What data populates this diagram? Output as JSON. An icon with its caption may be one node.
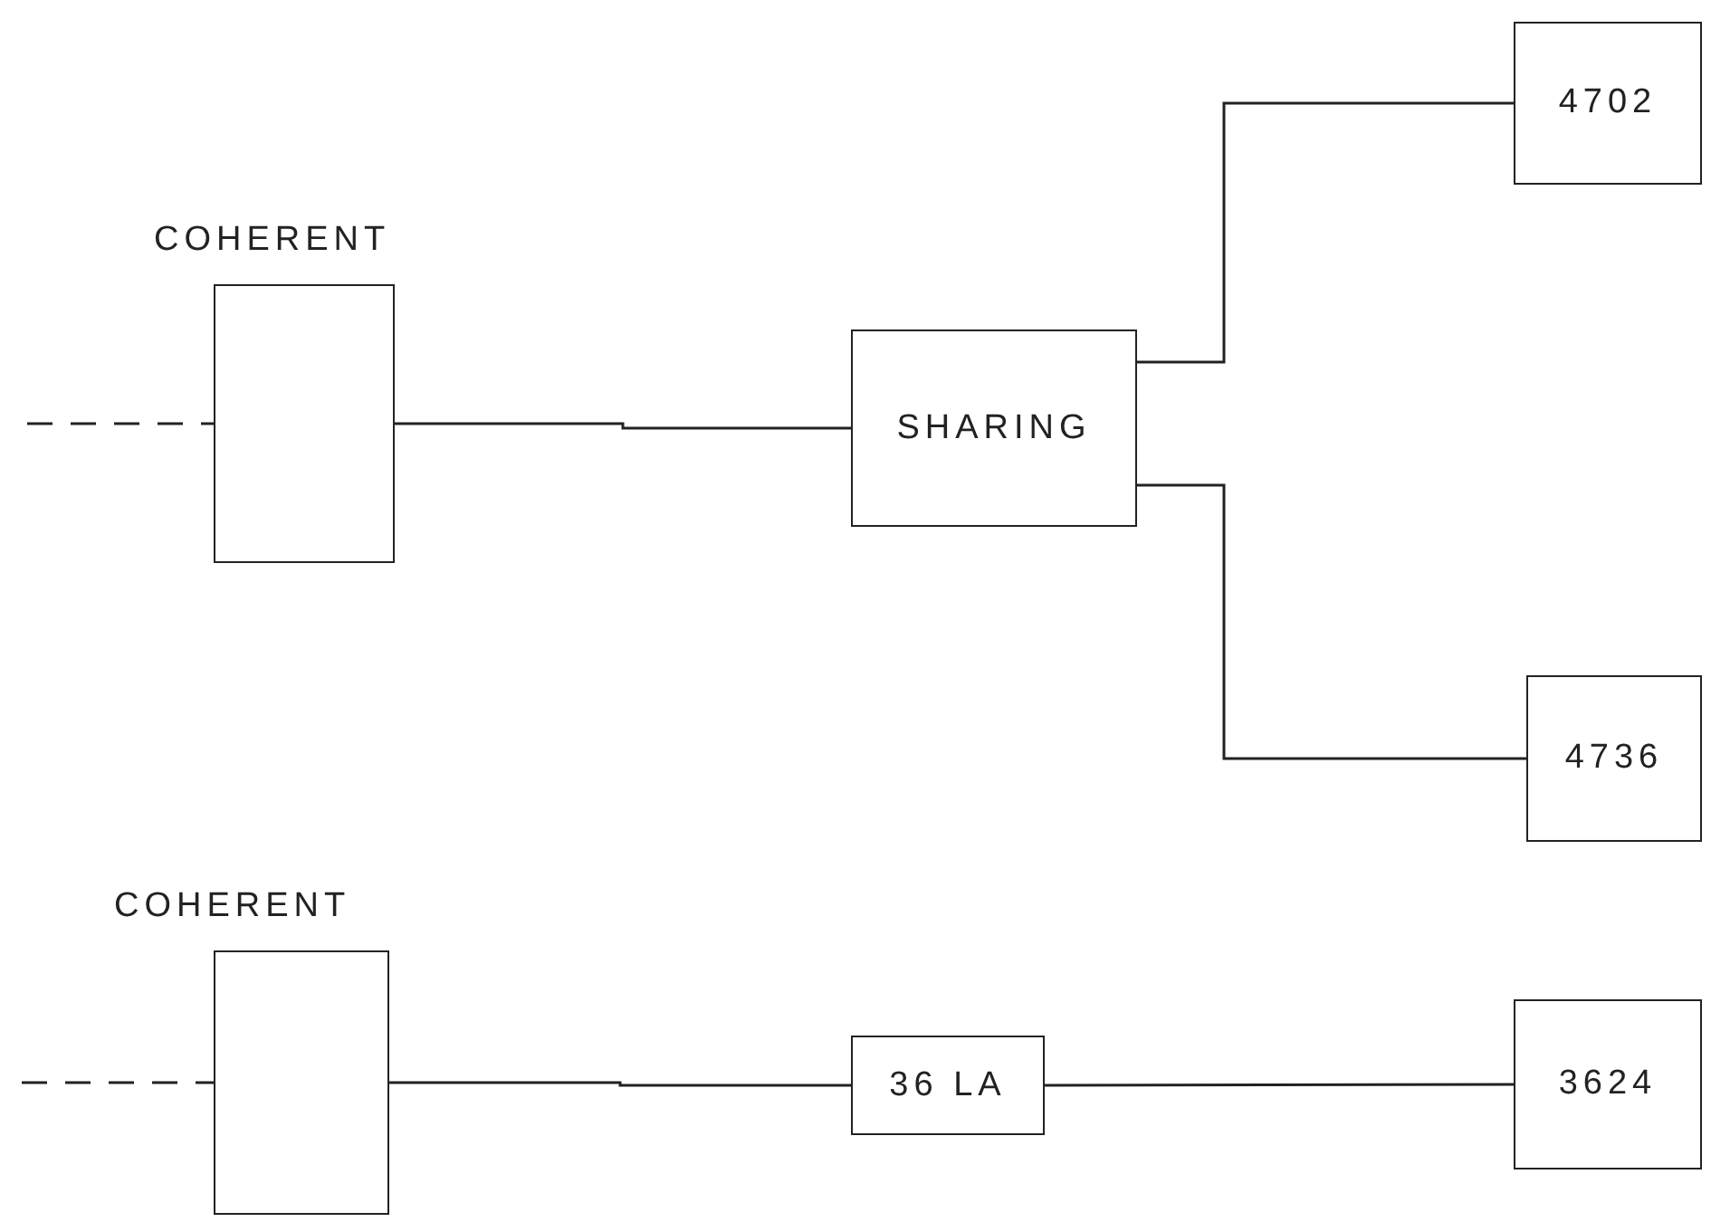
{
  "diagram": {
    "nodes": [
      {
        "text": [
          "COHERENT"
        ]
      },
      {
        "text": [
          "SHARING"
        ]
      },
      {
        "text": [
          "4702"
        ]
      },
      {
        "text": [
          "4736"
        ]
      },
      {
        "text": [
          "COHERENT"
        ]
      },
      {
        "text": [
          "36 LA"
        ]
      },
      {
        "text": [
          "3624"
        ]
      }
    ],
    "edges": [
      {
        "from": null,
        "to": 0,
        "arrow": "none",
        "style": "dashed"
      },
      {
        "from": 0,
        "to": 1,
        "arrow": "none"
      },
      {
        "from": 1,
        "to": 2,
        "arrow": "none"
      },
      {
        "from": 1,
        "to": 3,
        "arrow": "none"
      },
      {
        "from": null,
        "to": 4,
        "arrow": "none",
        "style": "dashed"
      },
      {
        "from": 4,
        "to": 5,
        "arrow": "none"
      },
      {
        "from": 5,
        "to": 6,
        "arrow": "none"
      }
    ]
  }
}
